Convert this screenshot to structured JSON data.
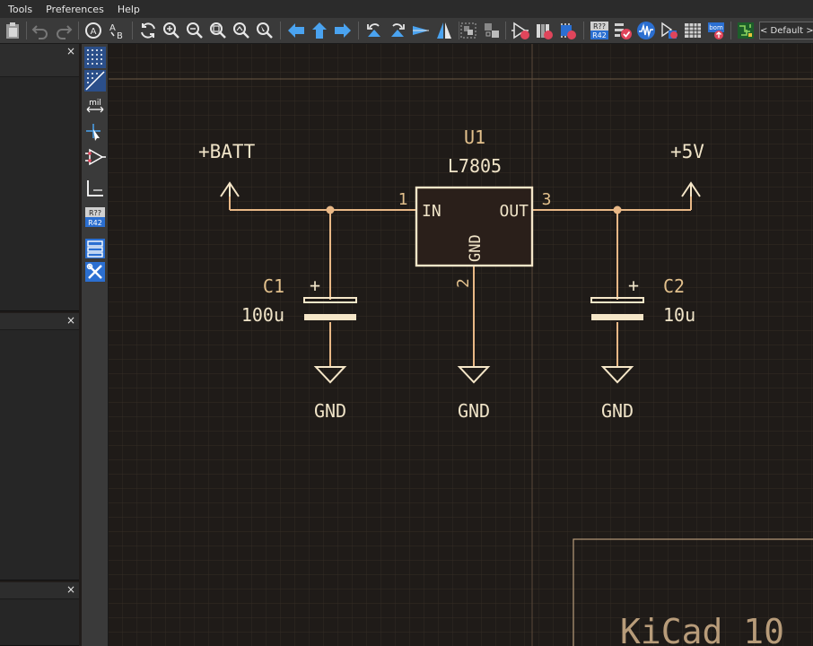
{
  "menu": {
    "tools": "Tools",
    "preferences": "Preferences",
    "help": "Help"
  },
  "toolbar": {
    "preset": "< Default >",
    "annotate_badge_top": "R??",
    "annotate_badge_bottom": "R42",
    "bom_badge": "bom"
  },
  "side_panels": {
    "close_glyph": "×"
  },
  "left_toolbar": {
    "units_label": "mil",
    "annotate_badge_top": "R??",
    "annotate_badge_bottom": "R42"
  },
  "schematic": {
    "regulator": {
      "ref": "U1",
      "value": "L7805",
      "pin_in": "IN",
      "pin_out": "OUT",
      "pin_gnd": "GND",
      "pin1": "1",
      "pin2": "2",
      "pin3": "3"
    },
    "cap1": {
      "ref": "C1",
      "value": "100u",
      "plus": "+"
    },
    "cap2": {
      "ref": "C2",
      "value": "10u",
      "plus": "+"
    },
    "power_batt": "+BATT",
    "power_5v": "+5V",
    "gnd_labels": [
      "GND",
      "GND",
      "GND"
    ],
    "title_block_text": "KiCad 10"
  },
  "colors": {
    "wire": "#e9b886",
    "component_body": "#f5e6c8",
    "component_fill": "#2a1f1a",
    "text": "#f0e4c8",
    "ref_text": "#e2c08c",
    "grid": "#3a3128",
    "canvas_bg": "#1f1b18",
    "accent_blue": "#4aa3f0"
  }
}
